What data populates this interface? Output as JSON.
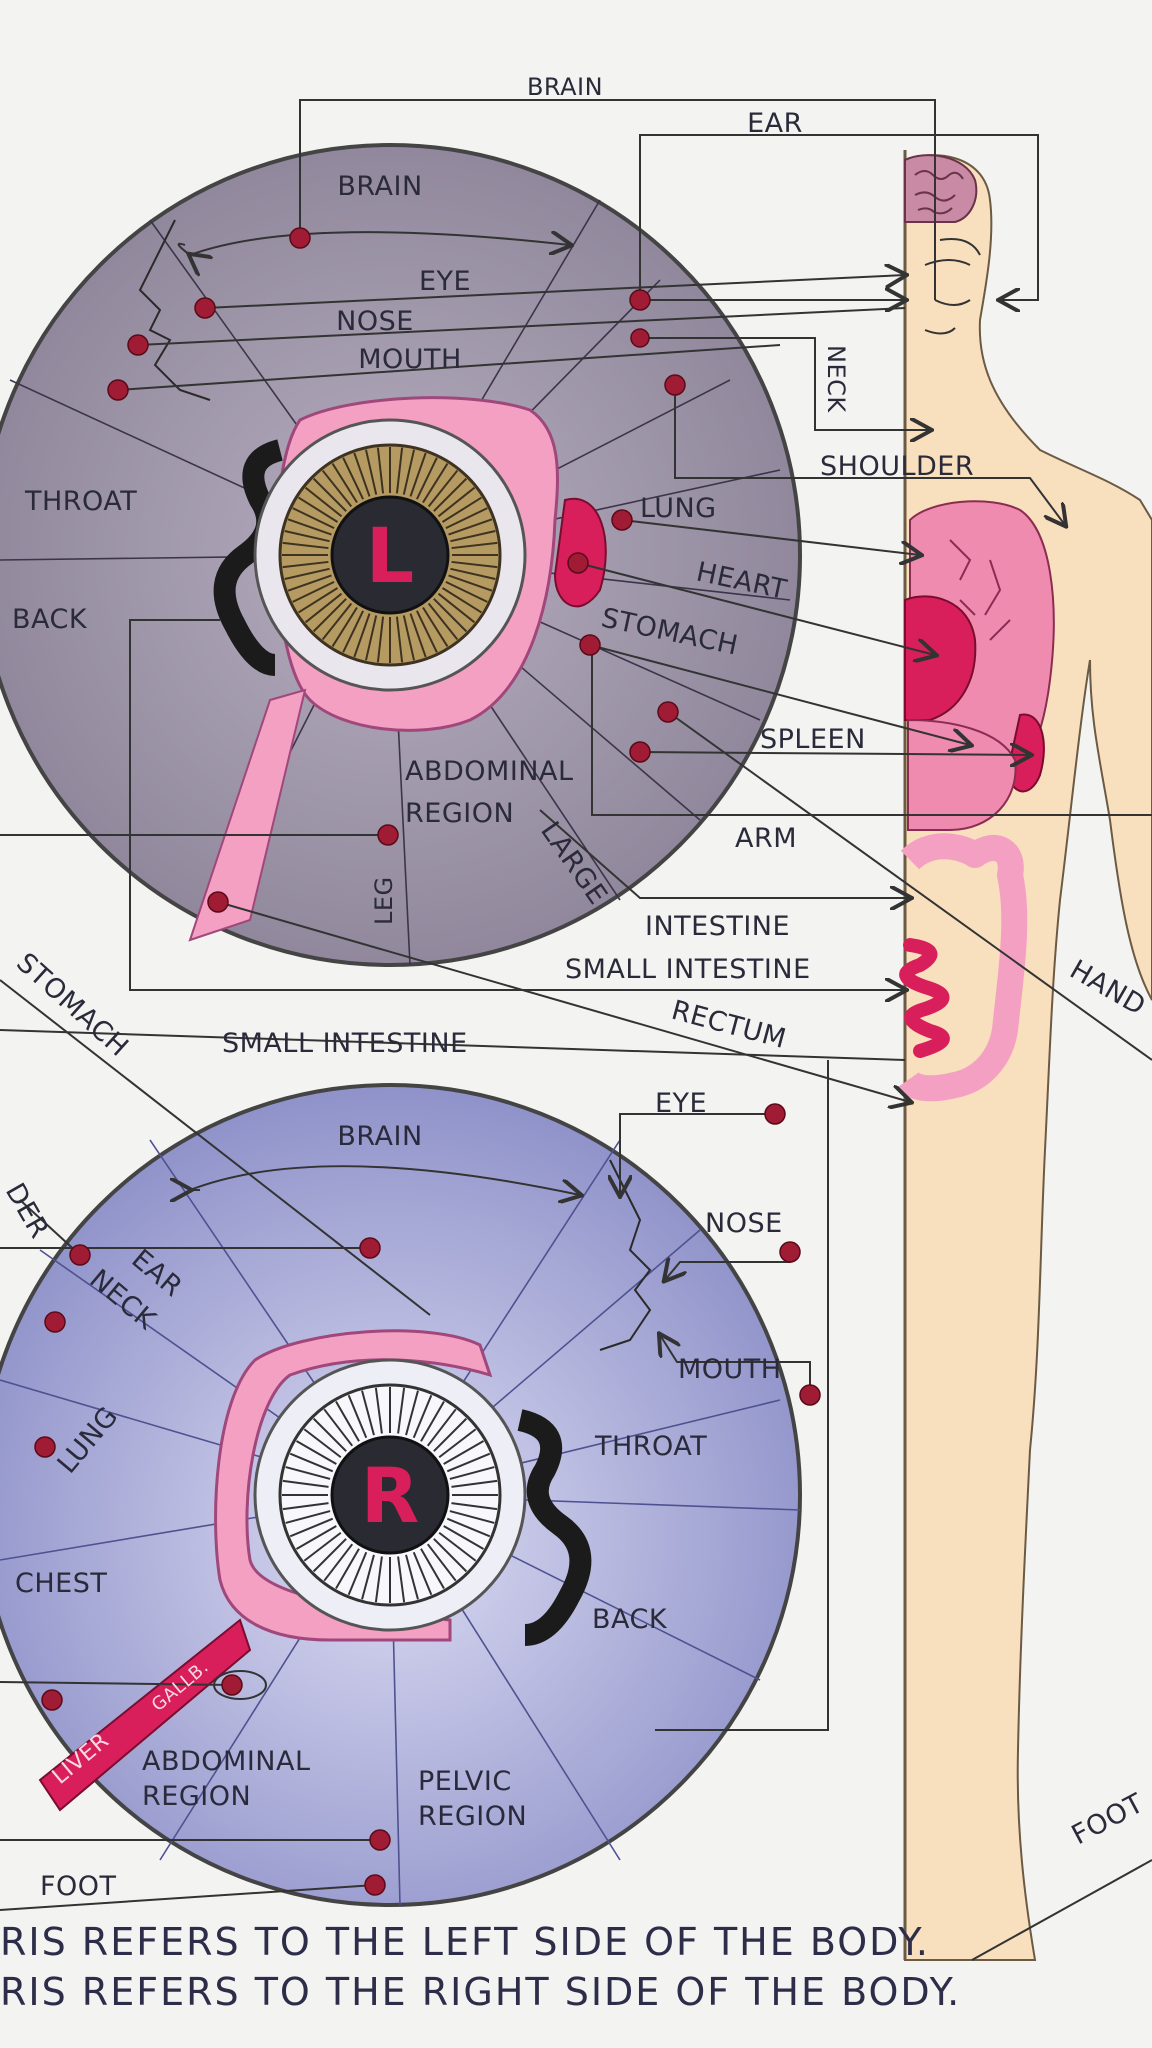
{
  "left_iris": {
    "center_letter": "L",
    "labels": {
      "brain_top": "BRAIN",
      "ear": "EAR",
      "brain": "BRAIN",
      "eye": "EYE",
      "nose": "NOSE",
      "mouth": "MOUTH",
      "neck": "NECK",
      "shoulder": "SHOULDER",
      "throat": "THROAT",
      "lung": "LUNG",
      "heart": "HEART",
      "back": "BACK",
      "stomach": "STOMACH",
      "spleen": "SPLEEN",
      "abdominal_1": "ABDOMINAL",
      "abdominal_2": "REGION",
      "arm": "ARM",
      "leg": "LEG",
      "large": "LARGE",
      "intestine": "INTESTINE",
      "small_intestine": "SMALL INTESTINE",
      "hand": "HAND",
      "rectum": "RECTUM"
    }
  },
  "right_iris": {
    "center_letter": "R",
    "labels": {
      "stomach_diag": "STOMACH",
      "small_intestine": "SMALL INTESTINE",
      "eye": "EYE",
      "brain": "BRAIN",
      "nose": "NOSE",
      "shoulder_partial": "DER",
      "ear": "EAR",
      "neck": "NECK",
      "mouth": "MOUTH",
      "lung": "LUNG",
      "throat": "THROAT",
      "chest": "CHEST",
      "back": "BACK",
      "liver": "LIVER",
      "gall": "GALLB.",
      "abdominal_1": "ABDOMINAL",
      "abdominal_2": "REGION",
      "pelvic_1": "PELVIC",
      "pelvic_2": "REGION",
      "foot": "FOOT",
      "foot_right": "FOOT"
    }
  },
  "captions": {
    "line1": "RIS REFERS TO THE LEFT SIDE OF THE BODY.",
    "line2": "RIS REFERS TO THE RIGHT SIDE OF THE BODY."
  },
  "colors": {
    "left_iris": "#9c93a8",
    "right_iris": "#a7a9d6",
    "intestine_pink": "#f4a0c3",
    "organ_red": "#d81e5b",
    "skin": "#f8dfbd",
    "dot": "#a01c34"
  }
}
